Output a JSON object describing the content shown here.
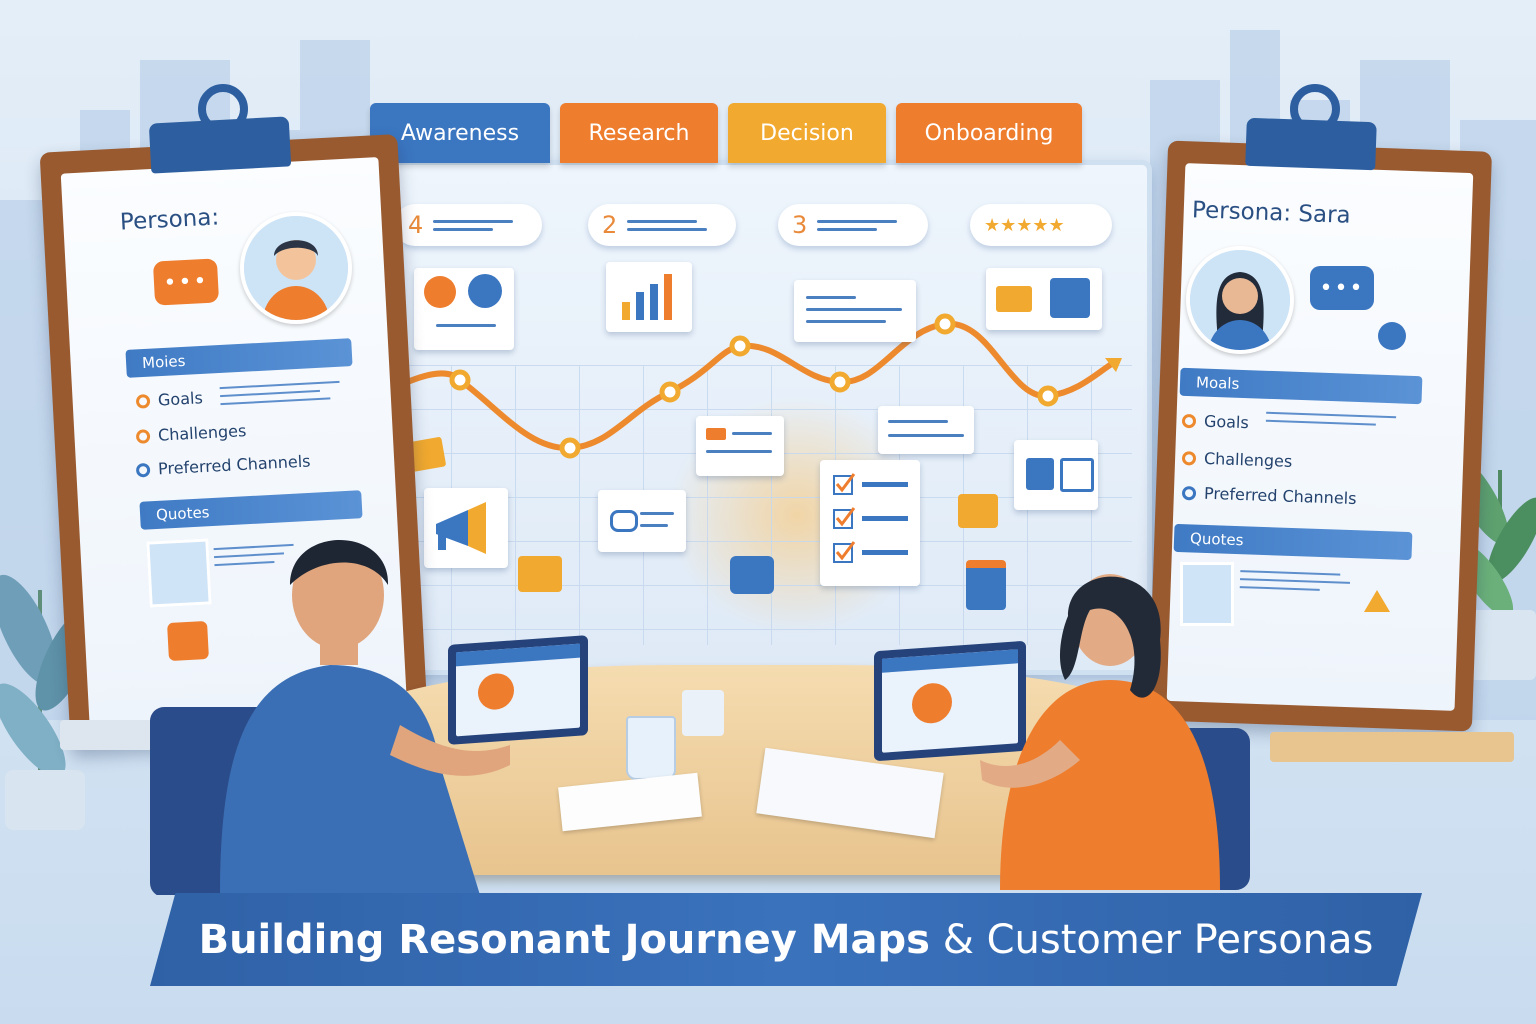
{
  "stages": [
    {
      "label": "Awareness",
      "color": "#3b76c1"
    },
    {
      "label": "Research",
      "color": "#ee7d2e"
    },
    {
      "label": "Decision",
      "color": "#f1a92f"
    },
    {
      "label": "Onboarding",
      "color": "#ee7d2e"
    }
  ],
  "ratings": [
    {
      "num": "4"
    },
    {
      "num": "2"
    },
    {
      "num": "3"
    },
    {
      "stars": "★★★★★"
    }
  ],
  "left_persona": {
    "title": "Persona:",
    "section_1": "Moies",
    "items": [
      "Goals",
      "Challenges",
      "Preferred Channels"
    ],
    "section_2": "Quotes",
    "bubble": "•••"
  },
  "right_persona": {
    "title": "Persona: Sara",
    "section_1": "Moals",
    "items": [
      "Goals",
      "Challenges",
      "Preferred Channels"
    ],
    "section_2": "Quotes",
    "bubble": "•••"
  },
  "banner": {
    "bold_part": "Building Resonant Journey Maps",
    "rest": " & Customer Personas"
  },
  "colors": {
    "blue": "#3b76c1",
    "orange": "#ee7d2e",
    "yellow": "#f1a92f",
    "banner": "#2f61a6"
  }
}
